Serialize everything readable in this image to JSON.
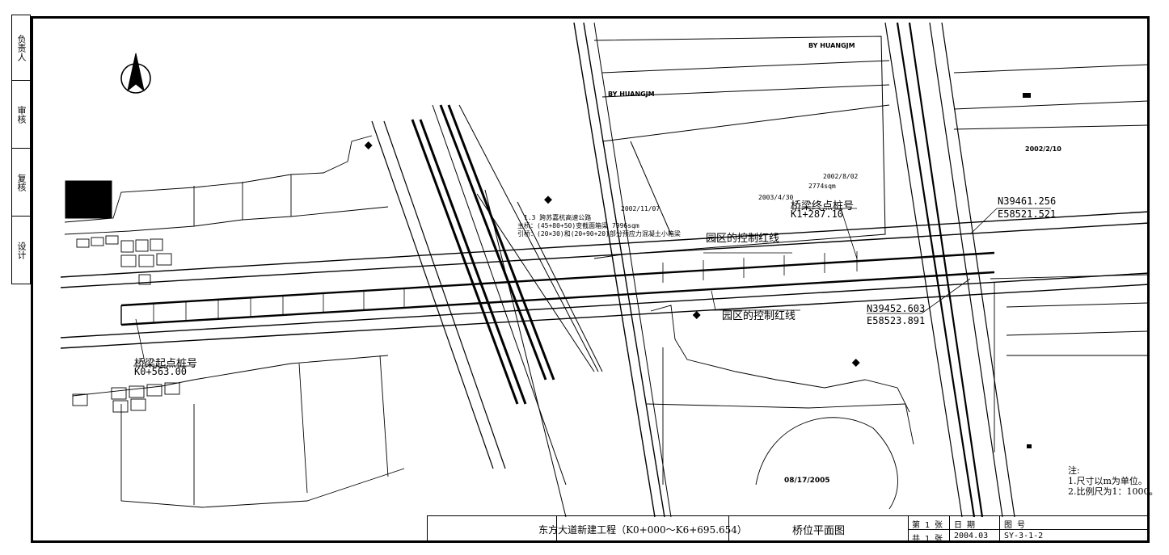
{
  "side_panel": {
    "labels": [
      "设计",
      "复核",
      "审核",
      "负责人"
    ]
  },
  "drawing": {
    "north_arrow": "north-arrow-icon",
    "labels": {
      "bridge_end": "桥梁终点桩号",
      "bridge_end_station": "K1+287.10",
      "bridge_start": "桥梁起点桩号",
      "bridge_start_station": "K0+563.00",
      "redline_top": "园区的控制红线",
      "redline_bottom": "园区的控制红线",
      "coord_ne_n": "N39461.256",
      "coord_ne_e": "E58521.521",
      "coord_mid_n": "N39452.603",
      "coord_mid_e": "E58523.891",
      "by_huangjm_1": "BY HUANGJM",
      "by_huangjm_2": "BY HUANGJM",
      "date_1": "2002/11/07",
      "date_2": "2002/8/02",
      "date_3": "2003/4/30",
      "area_1": "2774sqm",
      "date_4": "2002/2/10",
      "date_5": "08/17/2005",
      "bridge_note_1": "1.3 跨苏嘉杭高速公路",
      "bridge_note_2": "主桥：(45+80+50)变截面箱梁 7996sqm",
      "bridge_note_3": "引桥：(20×30)和(20+90+20)部分预应力混凝土小箱梁"
    }
  },
  "notes": {
    "title": "注:",
    "items": [
      "1.尺寸以m为单位。",
      "2.比例尺为1：1000。"
    ]
  },
  "title_block": {
    "project": "东方大道新建工程（K0+000～K6+695.654）",
    "drawing_name": "桥位平面图",
    "sheet_no_label": "第 1 张",
    "total_label": "共 1 张",
    "date_label": "日  期",
    "date_value": "2004.03",
    "drawing_no_label": "图  号",
    "drawing_no_value": "SY-3-1-2"
  }
}
